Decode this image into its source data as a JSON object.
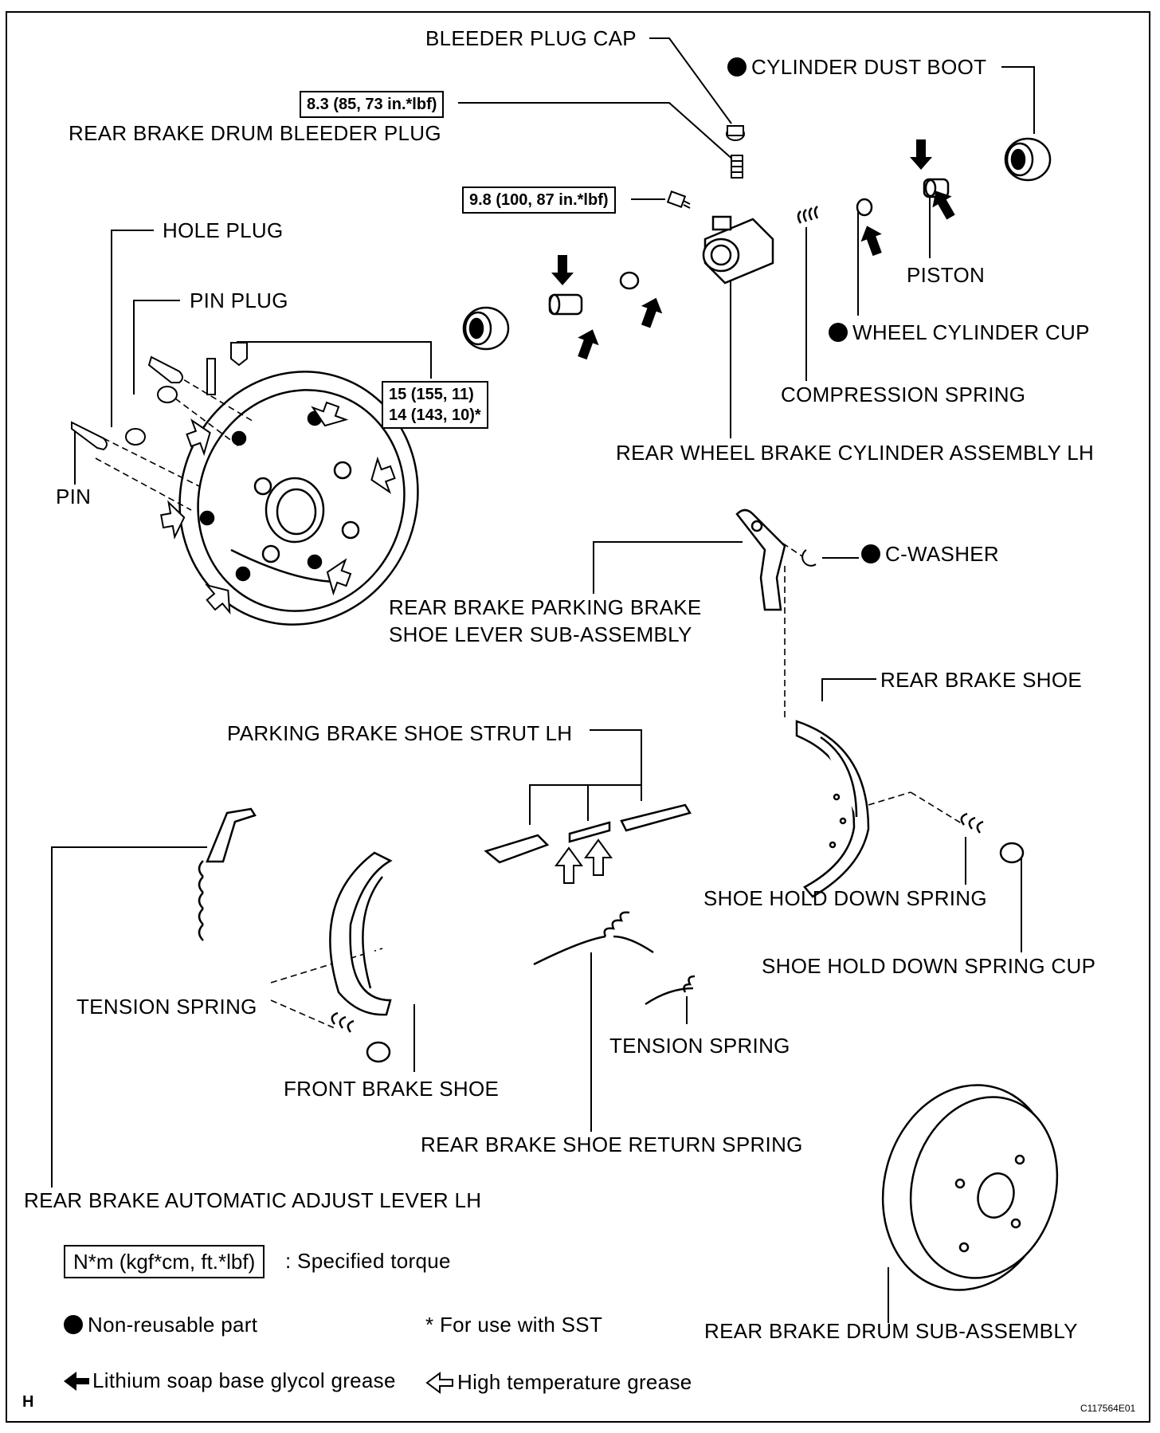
{
  "labels": {
    "bleeder_plug_cap": "BLEEDER PLUG CAP",
    "cylinder_dust_boot": "CYLINDER DUST BOOT",
    "rear_brake_drum_bleeder_plug": "REAR BRAKE DRUM BLEEDER PLUG",
    "hole_plug": "HOLE PLUG",
    "pin_plug": "PIN PLUG",
    "pin": "PIN",
    "piston": "PISTON",
    "wheel_cylinder_cup": "WHEEL CYLINDER CUP",
    "compression_spring": "COMPRESSION SPRING",
    "rear_wheel_brake_cylinder_assembly_lh": "REAR WHEEL BRAKE CYLINDER ASSEMBLY LH",
    "c_washer": "C-WASHER",
    "parking_lever_line1": "REAR BRAKE PARKING BRAKE",
    "parking_lever_line2": "SHOE LEVER SUB-ASSEMBLY",
    "rear_brake_shoe": "REAR BRAKE SHOE",
    "parking_brake_shoe_strut_lh": "PARKING BRAKE SHOE STRUT LH",
    "shoe_hold_down_spring": "SHOE HOLD DOWN SPRING",
    "shoe_hold_down_spring_cup": "SHOE HOLD DOWN SPRING CUP",
    "tension_spring_left": "TENSION SPRING",
    "tension_spring_right": "TENSION SPRING",
    "front_brake_shoe": "FRONT BRAKE SHOE",
    "rear_brake_shoe_return_spring": "REAR BRAKE SHOE RETURN SPRING",
    "rear_brake_automatic_adjust_lever_lh": "REAR BRAKE AUTOMATIC ADJUST LEVER LH",
    "rear_brake_drum_sub_assembly": "REAR BRAKE DRUM SUB-ASSEMBLY"
  },
  "torques": {
    "bleeder_plug": "8.3 (85, 73 in.*lbf)",
    "cylinder_bolt": "9.8 (100, 87 in.*lbf)",
    "backing_plate_line1": "15 (155, 11)",
    "backing_plate_line2": "14 (143, 10)*"
  },
  "legend": {
    "torque_box": "N*m (kgf*cm, ft.*lbf)",
    "torque_desc": ": Specified torque",
    "non_reusable": "Non-reusable part",
    "sst": "* For use with SST",
    "lithium": "Lithium soap base glycol grease",
    "high_temp": "High temperature grease"
  },
  "page_mark": "H",
  "figure_code": "C117564E01"
}
